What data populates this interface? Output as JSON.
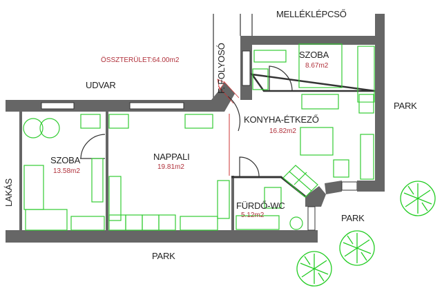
{
  "title": "ÖSSZTERÜLET:64.00m2",
  "surroundings": {
    "stairs": "MELLÉKLÉPCSŐ",
    "corridor": "F. FOLYOSÓ",
    "courtyard": "UDVAR",
    "flat": "LAKÁS",
    "park_right": "PARK",
    "park_lower_right": "PARK",
    "park_bottom": "PARK"
  },
  "rooms": [
    {
      "name": "SZOBA",
      "area": "8.67m2"
    },
    {
      "name": "KONYHA-ÉTKEZŐ",
      "area": "16.82m2"
    },
    {
      "name": "SZOBA",
      "area": "13.58m2"
    },
    {
      "name": "NAPPALI",
      "area": "19.81m2"
    },
    {
      "name": "FÜRDŐ-WC",
      "area": "5.12m2"
    }
  ],
  "colors": {
    "wall": "#666666",
    "furniture": "#33cc33",
    "area_text": "#b0303a"
  }
}
